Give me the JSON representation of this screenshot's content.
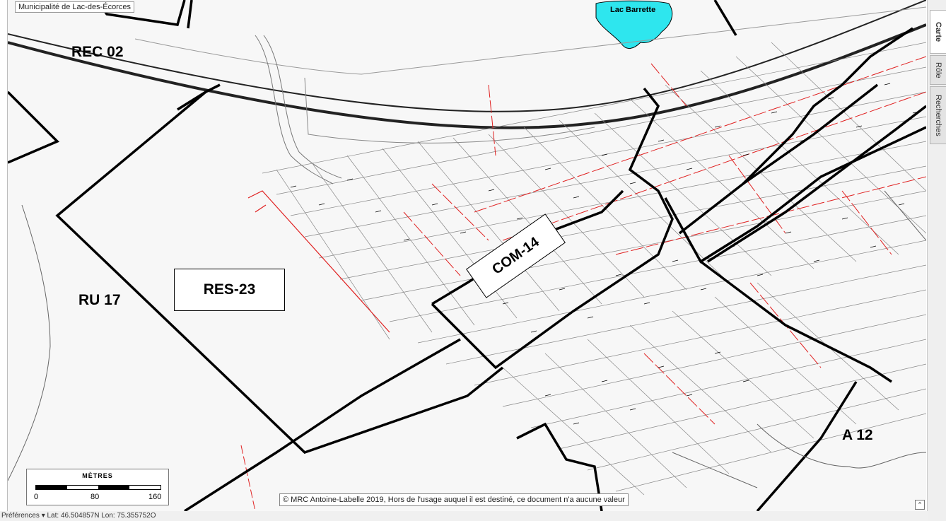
{
  "municipality_title": "Municipalité de Lac-des-Écorces",
  "lake_label": "Lac Barrette",
  "zones": {
    "rec": "REC 02",
    "ru": "RU 17",
    "res": "RES-23",
    "com": "COM-14",
    "a": "A 12"
  },
  "scale": {
    "title": "MÈTRES",
    "labels": [
      "0",
      "80",
      "160"
    ]
  },
  "copyright": "© MRC Antoine-Labelle 2019, Hors de l'usage auquel il est destiné, ce document n'a aucune valeur",
  "collapse_icon": "double-chevron-up",
  "side_tabs": [
    "Carte",
    "Rôle",
    "Recherches"
  ],
  "status_bar": "Préférences ▾   Lat: 46.504857N  Lon: 75.355752O",
  "colors": {
    "lake": "#2ee6ee",
    "zone_border": "#000000",
    "lot_line": "#555555",
    "red_line": "#e02020"
  }
}
